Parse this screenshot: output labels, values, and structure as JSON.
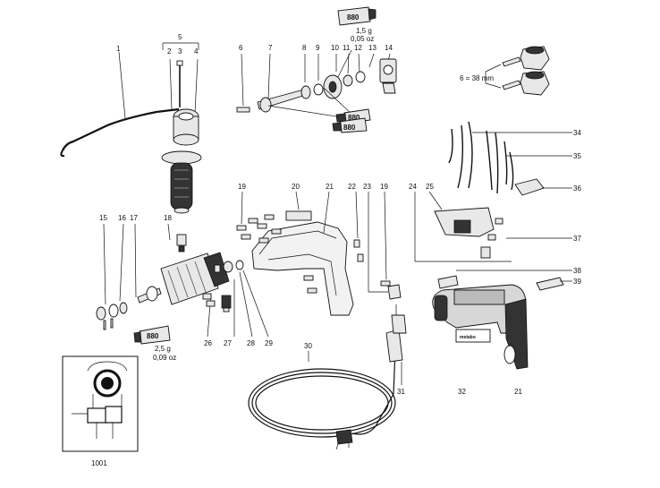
{
  "callouts": {
    "c1": "1",
    "c2": "2",
    "c3": "3",
    "c4": "4",
    "c5": "5",
    "c6": "6",
    "c7": "7",
    "c8": "8",
    "c9": "9",
    "c10": "10",
    "c11": "11",
    "c12": "12",
    "c13": "13",
    "c14": "14",
    "c15": "15",
    "c16": "16",
    "c17": "17",
    "c18": "18",
    "c19a": "19",
    "c19b": "19",
    "c20": "20",
    "c21a": "21",
    "c21b": "21",
    "c22": "22",
    "c23": "23",
    "c24": "24",
    "c25": "25",
    "c26": "26",
    "c27": "27",
    "c28": "28",
    "c29": "29",
    "c30": "30",
    "c31": "31",
    "c32": "32",
    "c34": "34",
    "c35": "35",
    "c36": "36",
    "c37": "37",
    "c38": "38",
    "c39": "39",
    "c1001": "1001"
  },
  "grease_tubes": {
    "t1": "880",
    "t2": "880",
    "t3": "880",
    "t4": "880"
  },
  "notes": {
    "grease_top_g": "1,5 g",
    "grease_top_oz": "0,05 oz",
    "grease_bottom_g": "2,5 g",
    "grease_bottom_oz": "0,09 oz",
    "drill_bit_size": "6 = 38 mm",
    "brand_plate": "metabo"
  }
}
